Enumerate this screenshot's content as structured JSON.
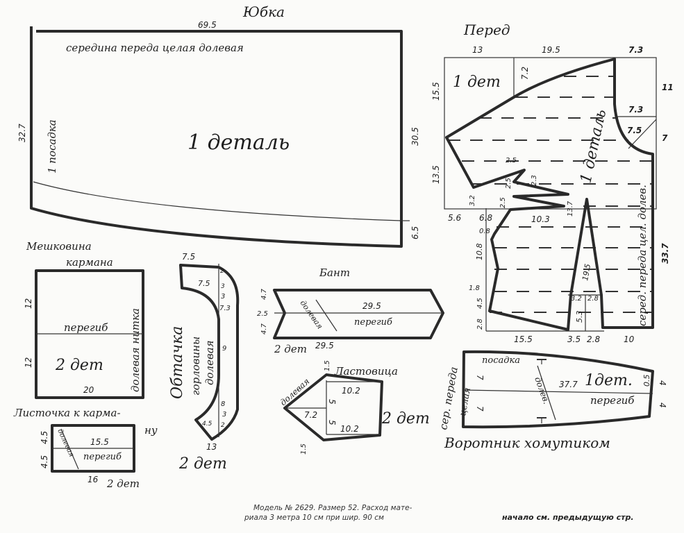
{
  "skirt": {
    "title": "Юбка",
    "top_width": "69.5",
    "grain_label": "середина переда целая долевая",
    "left_height": "32.7",
    "ease_label": "1 посадка",
    "pieces": "1 деталь",
    "right_height": "30.5",
    "hem_drop": "6.5"
  },
  "front": {
    "title": "Перед",
    "pieces_top": "1 дет",
    "pieces": "1 деталь",
    "grain_label": "серед. переда цел. долев.",
    "dims": [
      "13",
      "19.5",
      "7.3",
      "15.5",
      "7.2",
      "11",
      "7.3",
      "7.5",
      "7",
      "13.5",
      "2.5",
      "2.3",
      "2.5",
      "2.5",
      "3.2",
      "13.7",
      "5.6",
      "6.8",
      "10.3",
      "0.8",
      "10.8",
      "1.8",
      "4.5",
      "2.8",
      "19.5",
      "3.2",
      "2.8",
      "5.3",
      "33.7",
      "15.5",
      "3.5",
      "2.8",
      "10"
    ]
  },
  "pocket_bag": {
    "title_line1": "Мешковина",
    "title_line2": "кармана",
    "height_top": "12",
    "height_bottom": "12",
    "fold_label": "перегиб",
    "grain_label": "долевая нитка",
    "pieces": "2 дет",
    "width": "20"
  },
  "pocket_welt": {
    "title_line1": "Листочка к карма-",
    "title_line2": "ну",
    "height_top": "4.5",
    "height_bottom": "4.5",
    "length": "15.5",
    "fold_label": "перегиб",
    "grain_label": "долевая",
    "width": "16",
    "pieces": "2 дет"
  },
  "neck_facing": {
    "title_line1": "Обтачка",
    "title_line2": "горловины",
    "grain_label": "долевая",
    "dims": [
      "7.5",
      "2",
      "7.5",
      "3",
      "3",
      "7.3",
      "9",
      "8",
      "3",
      "4.5",
      "2",
      "13"
    ],
    "pieces": "2 дет"
  },
  "bow": {
    "title": "Бант",
    "dims_left": [
      "4.7",
      "2.5",
      "4.7"
    ],
    "length": "29.5",
    "fold_label": "перегиб",
    "grain_label": "долевая",
    "bottom_length": "29.5",
    "pieces": "2 дет"
  },
  "gusset": {
    "title": "Ластовица",
    "grain_label": "долевая",
    "dims": [
      "1.5",
      "10.2",
      "5",
      "7.2",
      "5",
      "10.2",
      "1.5"
    ],
    "pieces": "2 дет"
  },
  "collar": {
    "title": "Воротник хомутиком",
    "side_label_1": "сер. переда",
    "side_label_2": "целая",
    "ease_label": "посадка",
    "grain_label": "долев.",
    "length": "37.7",
    "pieces": "1дет.",
    "fold_label": "перегиб",
    "dims": [
      "7",
      "7",
      "0.5",
      "4",
      "4"
    ]
  },
  "caption": {
    "line1": "Модель № 2629. Размер 52. Расход мате-",
    "line2": "риала 3 метра 10 см при шир. 90 см",
    "continued": "начало см. предыдущую стр."
  }
}
